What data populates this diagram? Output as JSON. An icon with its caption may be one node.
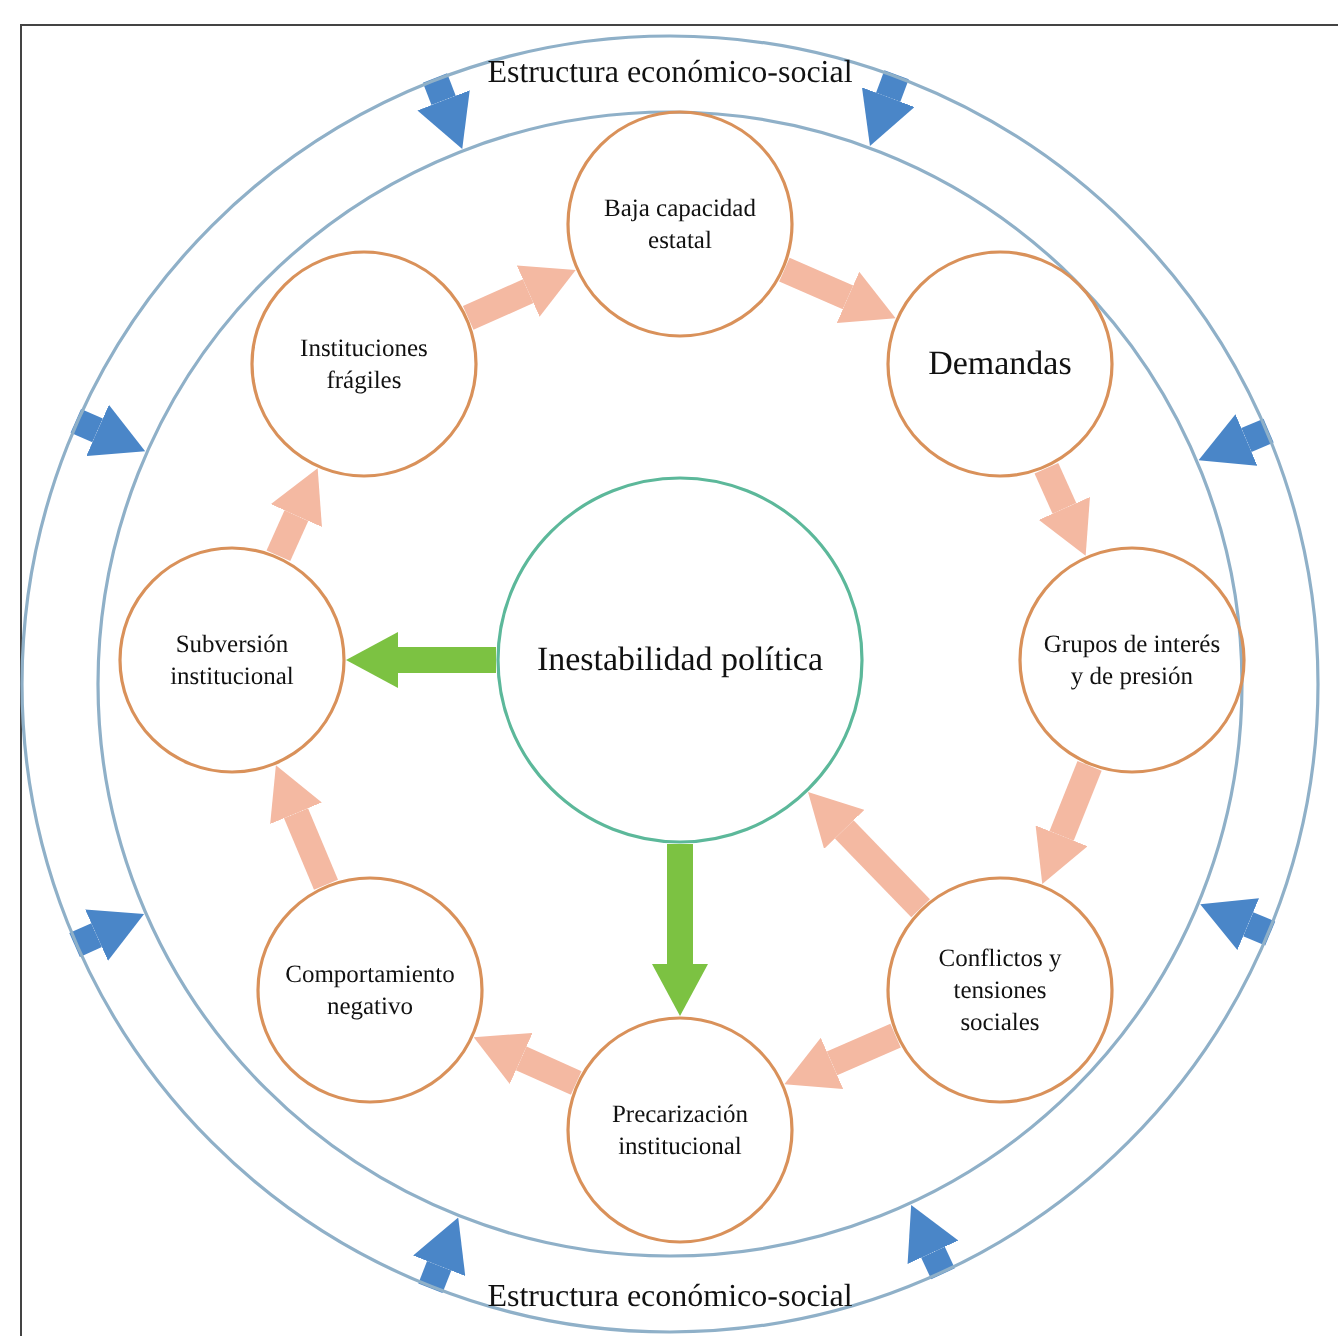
{
  "diagram": {
    "nodes": [
      {
        "text": [
          "Estructura económico-social",
          "Estructura económico-social"
        ]
      },
      {
        "text": [],
        "shape": "circle",
        "in": 0
      },
      {
        "text": [
          "Baja capacidad estatal"
        ],
        "in": 1
      },
      {
        "text": [
          "Instituciones frágiles"
        ],
        "in": 1
      },
      {
        "text": [
          "Demandas"
        ],
        "in": 1
      },
      {
        "text": [
          "Subversión institucional"
        ],
        "in": 1
      },
      {
        "text": [
          "Inestabilidad política"
        ],
        "in": 1
      },
      {
        "text": [
          "Grupos de interés y de presión"
        ],
        "in": 1
      },
      {
        "text": [
          "Comportamiento negativo"
        ],
        "in": 1
      },
      {
        "text": [
          "Conflictos y tensiones sociales"
        ],
        "in": 1
      },
      {
        "text": [
          "Precarización institucional"
        ],
        "in": 1
      }
    ],
    "edges": [
      {
        "from": 2,
        "to": 4,
        "arrow": "to",
        "color": "#f4b9a2"
      },
      {
        "from": 4,
        "to": 7,
        "arrow": "to",
        "color": "#f4b9a2"
      },
      {
        "from": 7,
        "to": 9,
        "arrow": "to",
        "color": "#f4b9a2"
      },
      {
        "from": 9,
        "to": 6,
        "arrow": "to",
        "color": "#f4b9a2"
      },
      {
        "from": 9,
        "to": 10,
        "arrow": "to",
        "color": "#f4b9a2"
      },
      {
        "from": 10,
        "to": 8,
        "arrow": "to",
        "color": "#f4b9a2"
      },
      {
        "from": 8,
        "to": 5,
        "arrow": "to",
        "color": "#f4b9a2"
      },
      {
        "from": 5,
        "to": 3,
        "arrow": "to",
        "color": "#f4b9a2"
      },
      {
        "from": 3,
        "to": 2,
        "arrow": "to",
        "color": "#f4b9a2"
      },
      {
        "from": 6,
        "to": 5,
        "arrow": "to",
        "color": "#7cc242"
      },
      {
        "from": 6,
        "to": 10,
        "arrow": "to",
        "color": "#7cc242"
      },
      {
        "from": 0,
        "to": 1,
        "arrow": "to",
        "color": "#4a86c8"
      },
      {
        "from": 0,
        "to": 1,
        "arrow": "to",
        "color": "#4a86c8"
      },
      {
        "from": 0,
        "to": 1,
        "arrow": "to",
        "color": "#4a86c8"
      },
      {
        "from": 0,
        "to": 1,
        "arrow": "to",
        "color": "#4a86c8"
      },
      {
        "from": 0,
        "to": 1,
        "arrow": "to",
        "color": "#4a86c8"
      },
      {
        "from": 0,
        "to": 1,
        "arrow": "to",
        "color": "#4a86c8"
      },
      {
        "from": 0,
        "to": 1,
        "arrow": "to",
        "color": "#4a86c8"
      },
      {
        "from": 0,
        "to": 1,
        "arrow": "to",
        "color": "#4a86c8"
      }
    ]
  }
}
